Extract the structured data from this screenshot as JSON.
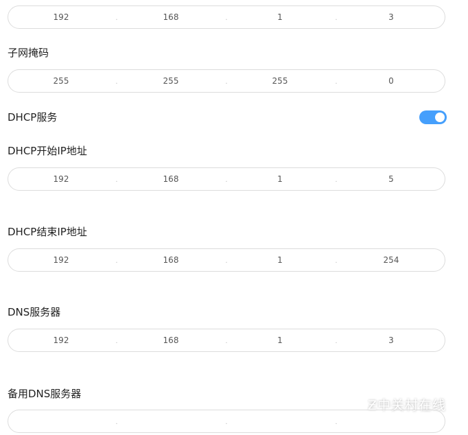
{
  "sections": [
    {
      "label": null,
      "octets": [
        "192",
        "168",
        "1",
        "3"
      ]
    },
    {
      "label": "子网掩码",
      "octets": [
        "255",
        "255",
        "255",
        "0"
      ]
    },
    {
      "label": "DHCP开始IP地址",
      "octets": [
        "192",
        "168",
        "1",
        "5"
      ]
    },
    {
      "label": "DHCP结束IP地址",
      "octets": [
        "192",
        "168",
        "1",
        "254"
      ]
    },
    {
      "label": "DNS服务器",
      "octets": [
        "192",
        "168",
        "1",
        "3"
      ]
    },
    {
      "label": "备用DNS服务器",
      "octets": [
        "",
        "",
        "",
        ""
      ]
    }
  ],
  "separator": ".",
  "dhcp": {
    "label": "DHCP服务",
    "enabled": true,
    "color": "#459ffc"
  },
  "watermark": "中关村在线"
}
